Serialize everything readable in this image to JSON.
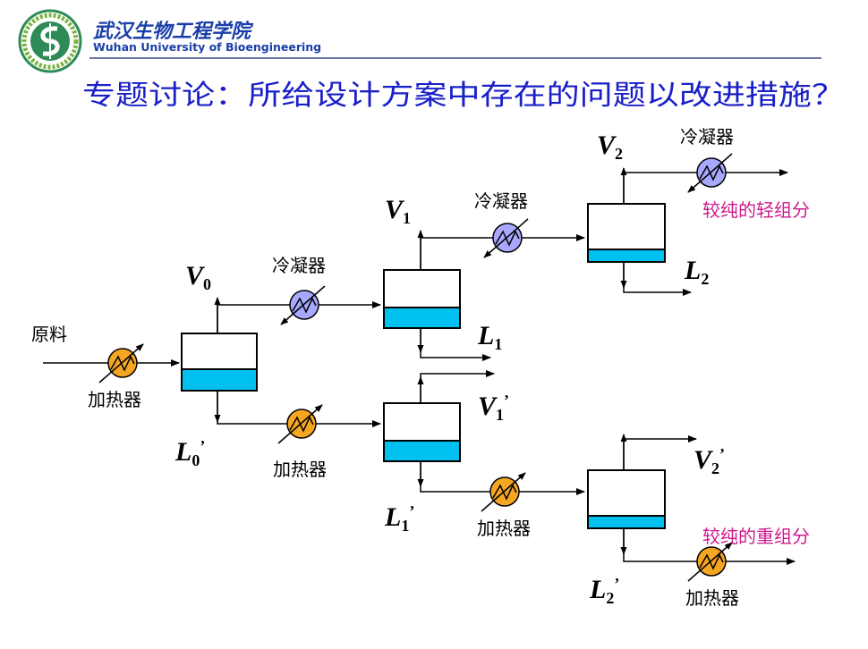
{
  "header": {
    "school_name_cn": "武汉生物工程学院",
    "school_name_en": "Wuhan University of Bioengineering"
  },
  "title": "专题讨论：所给设计方案中存在的问题以改进措施？",
  "labels": {
    "feed": "原料",
    "heater": "加热器",
    "condenser": "冷凝器",
    "light_product": "较纯的轻组分",
    "heavy_product": "较纯的重组分"
  },
  "streams": {
    "V0": {
      "main": "V",
      "sub": "0",
      "prime": ""
    },
    "L0p": {
      "main": "L",
      "sub": "0",
      "prime": "’"
    },
    "V1": {
      "main": "V",
      "sub": "1",
      "prime": ""
    },
    "L1": {
      "main": "L",
      "sub": "1",
      "prime": ""
    },
    "V1p": {
      "main": "V",
      "sub": "1",
      "prime": "’"
    },
    "L1p": {
      "main": "L",
      "sub": "1",
      "prime": "’"
    },
    "V2": {
      "main": "V",
      "sub": "2",
      "prime": ""
    },
    "L2": {
      "main": "L",
      "sub": "2",
      "prime": ""
    },
    "V2p": {
      "main": "V",
      "sub": "2",
      "prime": "’"
    },
    "L2p": {
      "main": "L",
      "sub": "2",
      "prime": "’"
    }
  },
  "colors": {
    "title": "#1a20c8",
    "school_name": "#1a3fa8",
    "header_line": "#3a4a8a",
    "liquid": "#00c0f0",
    "heater_fill": "#f5a623",
    "condenser_fill": "#a8a8ff",
    "product_label": "#cc1a8c",
    "logo": "#2e8b57"
  },
  "icons": {
    "logo": "school-logo-icon",
    "heater": "heater-icon",
    "condenser": "condenser-icon"
  }
}
